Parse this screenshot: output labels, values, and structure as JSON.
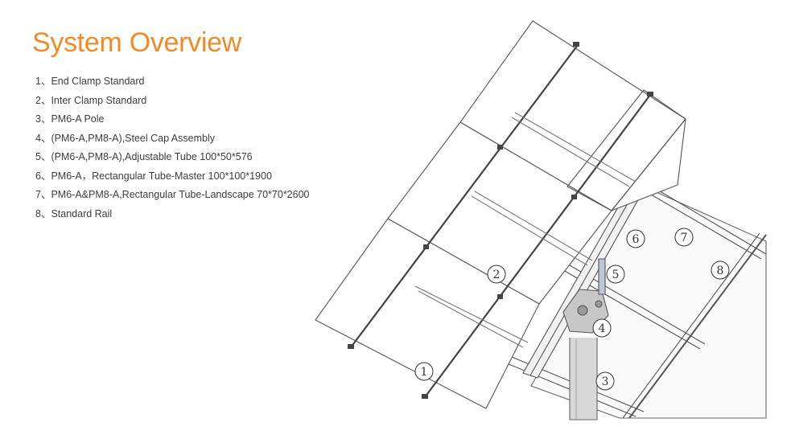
{
  "title": "System Overview",
  "parts": [
    {
      "num": "1、",
      "label": "End Clamp Standard"
    },
    {
      "num": "2、",
      "label": "Inter Clamp Standard"
    },
    {
      "num": "3、",
      "label": "PM6-A Pole"
    },
    {
      "num": "4、",
      "label": "(PM6-A,PM8-A),Steel Cap Assembly"
    },
    {
      "num": "5、",
      "label": "(PM6-A,PM8-A),Adjustable Tube 100*50*576"
    },
    {
      "num": "6、",
      "label": "PM6-A，Rectangular Tube-Master 100*100*1900"
    },
    {
      "num": "7、",
      "label": "PM6-A&PM8-A,Rectangular Tube-Landscape 70*70*2600"
    },
    {
      "num": "8、",
      "label": "Standard Rail"
    }
  ],
  "callouts": [
    "1",
    "2",
    "3",
    "4",
    "5",
    "6",
    "7",
    "8"
  ],
  "colors": {
    "title": "#f28a26",
    "text": "#3d3d3d",
    "line": "#555555"
  }
}
